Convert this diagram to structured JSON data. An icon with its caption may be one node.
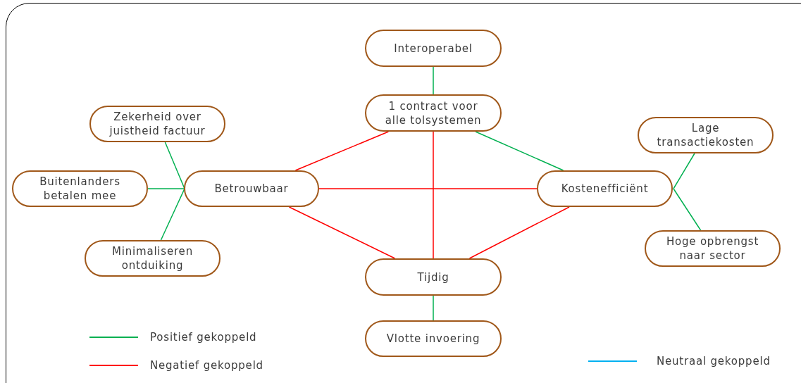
{
  "diagram": {
    "nodes": [
      {
        "text": [
          "Interoperabel"
        ]
      },
      {
        "text": [
          "1 contract voor alle tolsystemen"
        ]
      },
      {
        "text": [
          "Zekerheid over juistheid factuur"
        ]
      },
      {
        "text": [
          "Lage transactiekosten"
        ]
      },
      {
        "text": [
          "Buitenlanders betalen mee"
        ]
      },
      {
        "text": [
          "Betrouwbaar"
        ]
      },
      {
        "text": [
          "Kostenefficiënt"
        ]
      },
      {
        "text": [
          "Minimaliseren ontduiking"
        ]
      },
      {
        "text": [
          "Hoge opbrengst naar sector"
        ]
      },
      {
        "text": [
          "Tijdig"
        ]
      },
      {
        "text": [
          "Vlotte invoering"
        ]
      }
    ],
    "edges": [
      {
        "from": 0,
        "to": 1,
        "arrow": "none"
      },
      {
        "from": 1,
        "to": 5,
        "arrow": "none",
        "color": "#ff0000"
      },
      {
        "from": 1,
        "to": 6,
        "arrow": "none"
      },
      {
        "from": 1,
        "to": 9,
        "arrow": "none",
        "color": "#ff0000"
      },
      {
        "from": 2,
        "to": 5,
        "arrow": "none"
      },
      {
        "from": 4,
        "to": 5,
        "arrow": "none"
      },
      {
        "from": 7,
        "to": 5,
        "arrow": "none"
      },
      {
        "from": 5,
        "to": 6,
        "arrow": "none",
        "color": "#ff0000"
      },
      {
        "from": 5,
        "to": 9,
        "arrow": "none",
        "color": "#ff0000"
      },
      {
        "from": 6,
        "to": 9,
        "arrow": "none",
        "color": "#ff0000"
      },
      {
        "from": 6,
        "to": 3,
        "arrow": "none"
      },
      {
        "from": 6,
        "to": 8,
        "arrow": "none"
      },
      {
        "from": 9,
        "to": 10,
        "arrow": "none"
      }
    ],
    "legend": [
      {
        "text": "Positief gekoppeld",
        "color": "#00b050"
      },
      {
        "text": "Negatief gekoppeld",
        "color": "#ff0000"
      },
      {
        "text": "Neutraal gekoppeld",
        "color": "#00b0f0"
      }
    ]
  }
}
